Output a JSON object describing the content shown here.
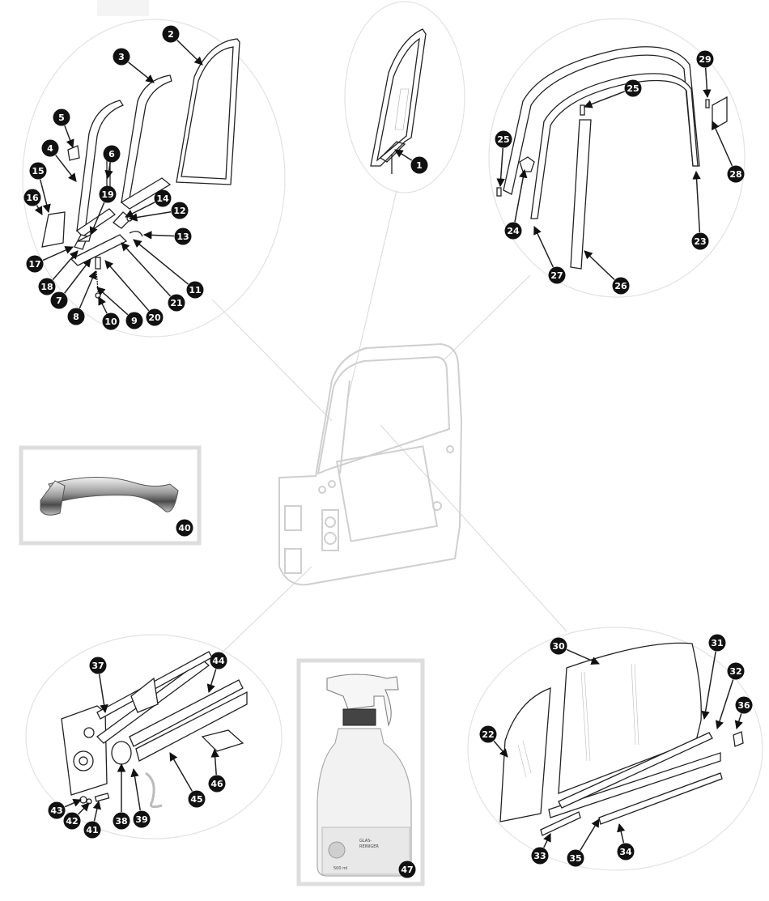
{
  "callouts": [
    "1",
    "2",
    "3",
    "4",
    "5",
    "6",
    "7",
    "8",
    "9",
    "10",
    "11",
    "12",
    "13",
    "14",
    "15",
    "16",
    "17",
    "18",
    "19",
    "20",
    "21",
    "22",
    "23",
    "24",
    "25",
    "25",
    "26",
    "27",
    "28",
    "29",
    "30",
    "31",
    "32",
    "33",
    "34",
    "35",
    "36",
    "37",
    "38",
    "39",
    "40",
    "41",
    "42",
    "43",
    "44",
    "45",
    "46",
    "47"
  ],
  "bottle_label": {
    "line1": "GLAS-",
    "line2": "REINIGER",
    "volume": "500 ml"
  },
  "colors": {
    "badge": "#111111",
    "line": "#222222",
    "frame": "#dddddd",
    "ghost": "#d0d0d0"
  }
}
